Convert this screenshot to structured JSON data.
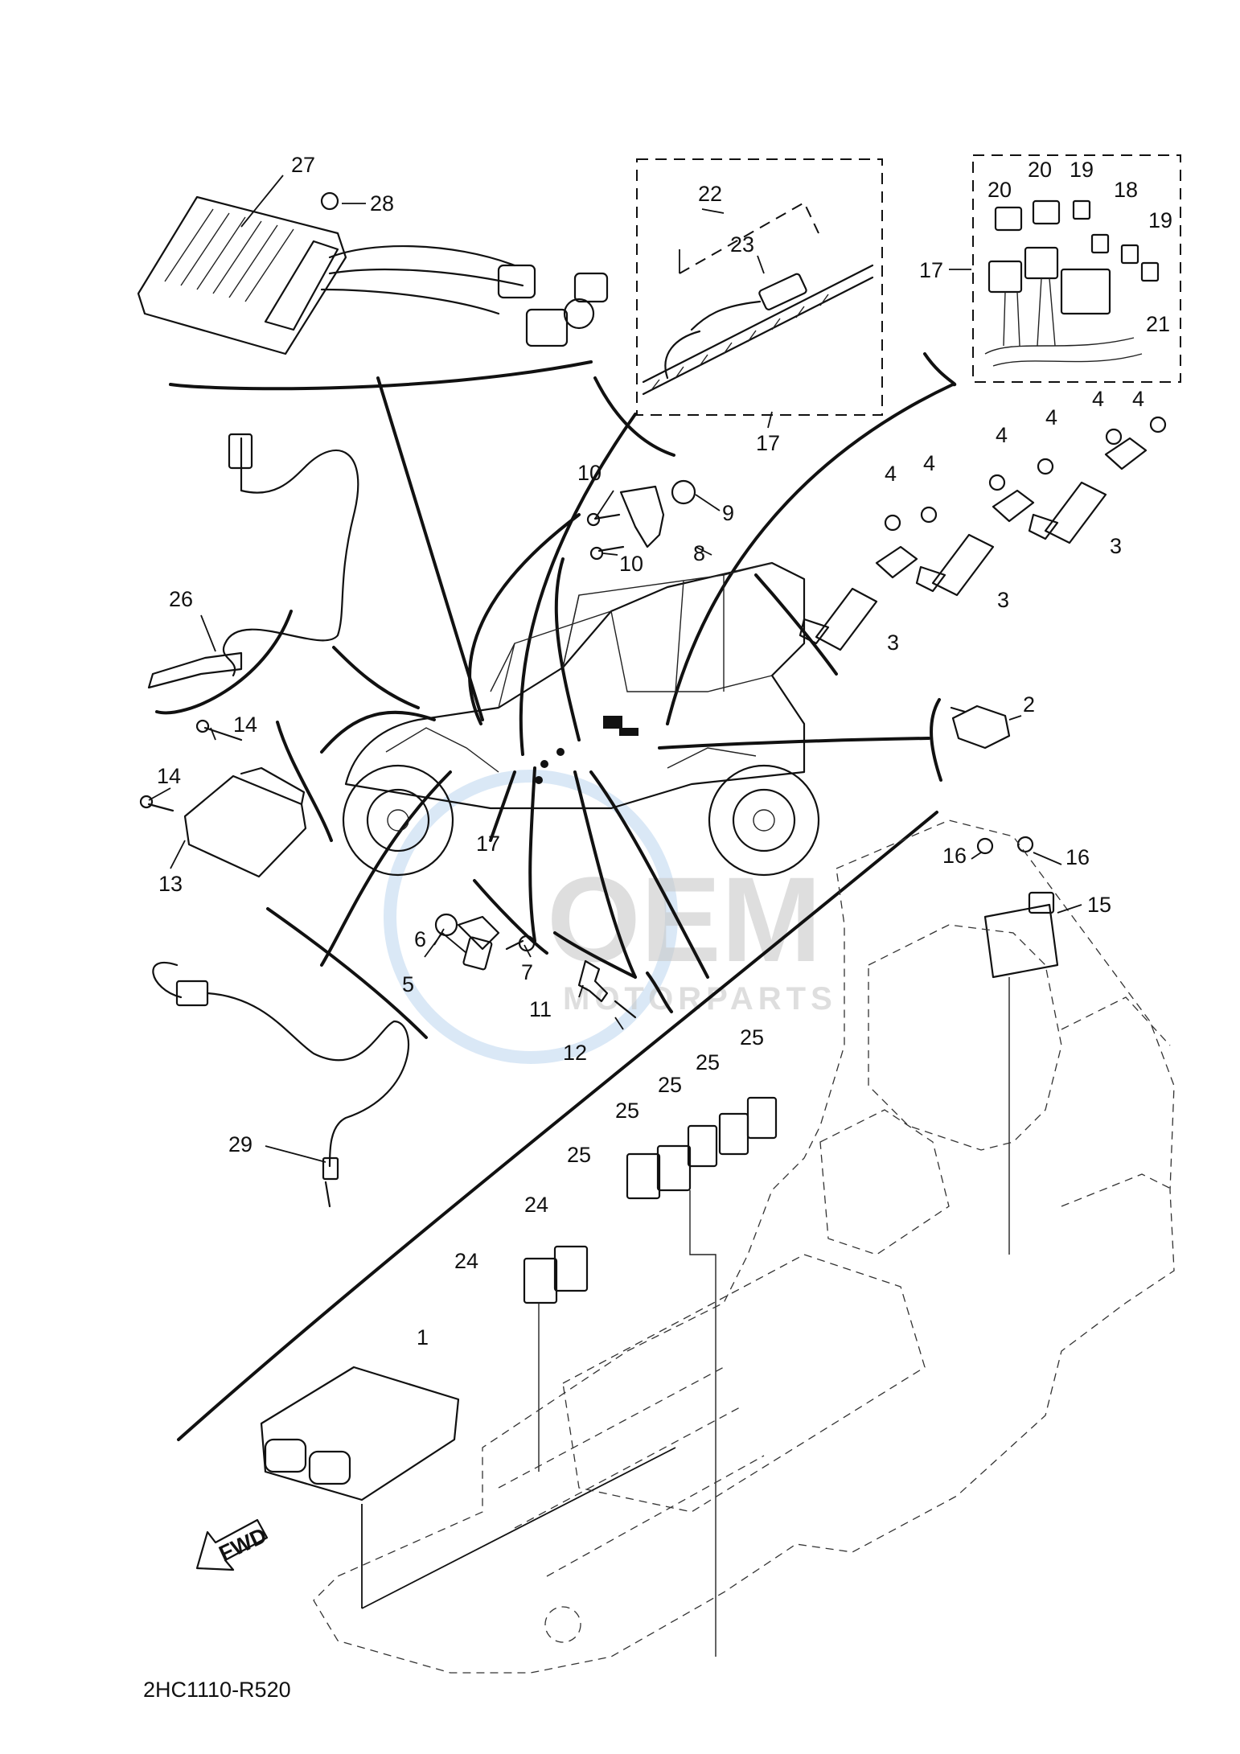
{
  "diagram_code": "2HC1110-R520",
  "fwd_label": "FWD",
  "watermark": {
    "main": "OEM",
    "sub": "MOTORPARTS"
  },
  "callouts": {
    "c1": "1",
    "c2": "2",
    "c3a": "3",
    "c3b": "3",
    "c3c": "3",
    "c4a": "4",
    "c4b": "4",
    "c4c": "4",
    "c4d": "4",
    "c4e": "4",
    "c4f": "4",
    "c5": "5",
    "c6": "6",
    "c7": "7",
    "c8": "8",
    "c9": "9",
    "c10a": "10",
    "c10b": "10",
    "c11": "11",
    "c12": "12",
    "c13": "13",
    "c14a": "14",
    "c14b": "14",
    "c15": "15",
    "c16a": "16",
    "c16b": "16",
    "c17a": "17",
    "c17b": "17",
    "c17c": "17",
    "c18": "18",
    "c19a": "19",
    "c19b": "19",
    "c20a": "20",
    "c20b": "20",
    "c21": "21",
    "c22": "22",
    "c23": "23",
    "c24a": "24",
    "c24b": "24",
    "c25a": "25",
    "c25b": "25",
    "c25c": "25",
    "c25d": "25",
    "c25e": "25",
    "c26": "26",
    "c27": "27",
    "c28": "28",
    "c29": "29"
  }
}
